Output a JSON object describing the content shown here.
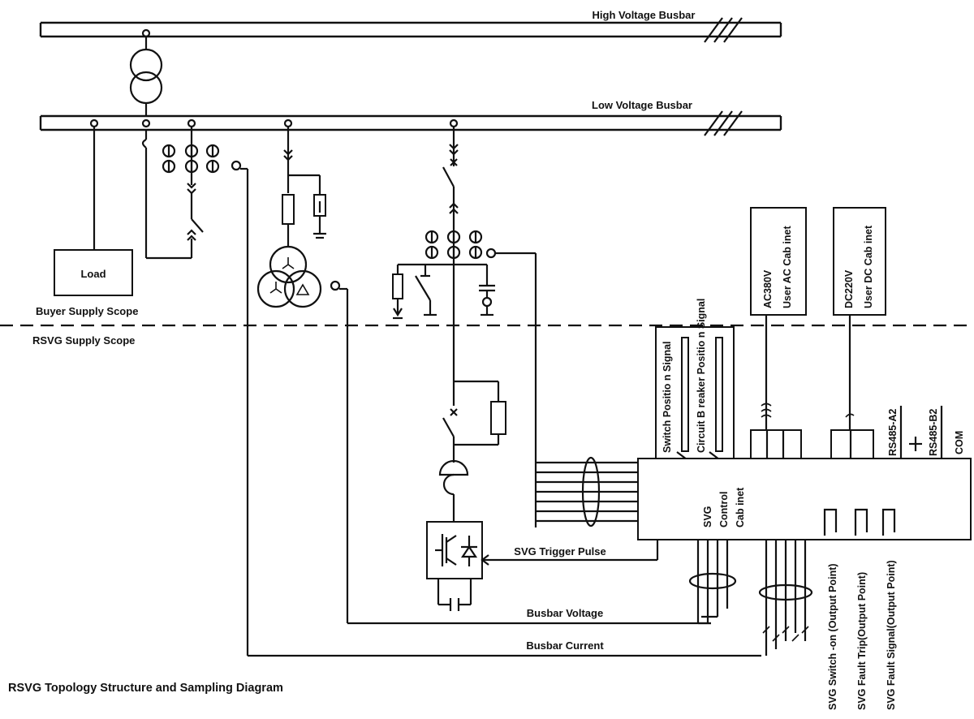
{
  "busbars": {
    "high_voltage": "High Voltage Busbar",
    "low_voltage": "Low Voltage Busbar"
  },
  "load_label": "Load",
  "scope": {
    "buyer": "Buyer Supply Scope",
    "rsvg": "RSVG  Supply Scope"
  },
  "cabinets": {
    "ac": {
      "line1": "AC380V",
      "line2": "User AC Cab inet"
    },
    "dc": {
      "line1": "DC220V",
      "line2": "User DC Cab inet"
    },
    "svg_control": {
      "line1": "SVG",
      "line2": "Control",
      "line3": "Cab inet"
    }
  },
  "signals": {
    "switch_position": "Switch Positio n Signal",
    "breaker_position": "Circuit B reaker Positio n Signal",
    "rs485_a2": "RS485-A2",
    "rs485_b2": "RS485-B2",
    "com": "COM",
    "trigger_pulse": "SVG Trigger Pulse",
    "busbar_voltage": "Busbar Voltage",
    "busbar_current": "Busbar Current"
  },
  "output_points": [
    "SVG Switch -on (Output Point)",
    "SVG Fault Trip(Output Point)",
    "SVG Fault Signal(Output Point)"
  ],
  "caption": "RSVG Topology Structure and Sampling Diagram"
}
